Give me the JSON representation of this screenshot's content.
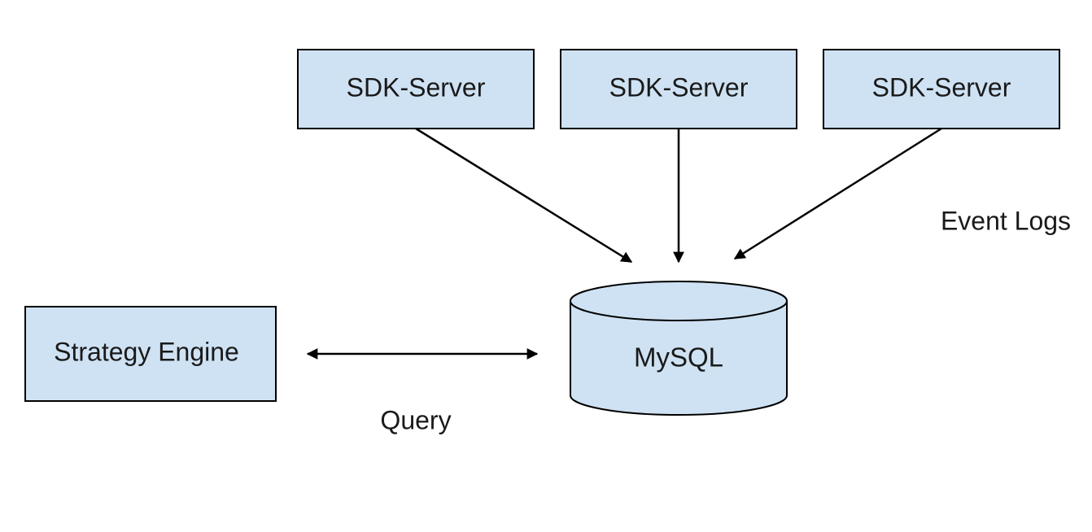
{
  "colors": {
    "node_fill": "#cfe2f3",
    "stroke": "#000000",
    "text": "#1a1a1a",
    "background": "#ffffff"
  },
  "nodes": {
    "servers": [
      {
        "label": "SDK-Server"
      },
      {
        "label": "SDK-Server"
      },
      {
        "label": "SDK-Server"
      }
    ],
    "database": {
      "label": "MySQL",
      "shape": "cylinder"
    },
    "engine": {
      "label": "Strategy Engine"
    }
  },
  "edges": {
    "event_logs": {
      "label": "Event Logs",
      "direction": "servers-to-database"
    },
    "query": {
      "label": "Query",
      "direction": "bidirectional"
    }
  }
}
